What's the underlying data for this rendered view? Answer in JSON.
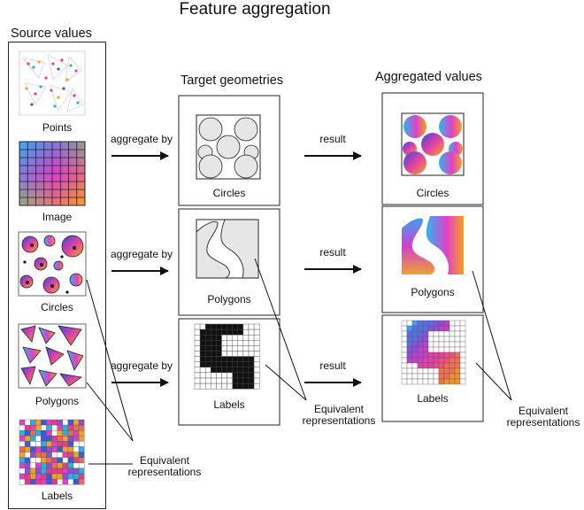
{
  "title": "Feature aggregation",
  "headers": {
    "source": "Source values",
    "target": "Target geometries",
    "aggregated": "Aggregated values"
  },
  "source_items": [
    "Points",
    "Image",
    "Circles",
    "Polygons",
    "Labels"
  ],
  "target_items": [
    "Circles",
    "Polygons",
    "Labels"
  ],
  "aggregated_items": [
    "Circles",
    "Polygons",
    "Labels"
  ],
  "arrow_labels": {
    "aggregate": "aggregate by",
    "result": "result"
  },
  "equivalent_line1": "Equivalent",
  "equivalent_line2": "representations",
  "colors": {
    "line": "#111111",
    "shape_fill": "#e6e6e6",
    "gradient_start": "#2ab8f0",
    "gradient_mid": "#e040c8",
    "gradient_end": "#f5a020"
  }
}
